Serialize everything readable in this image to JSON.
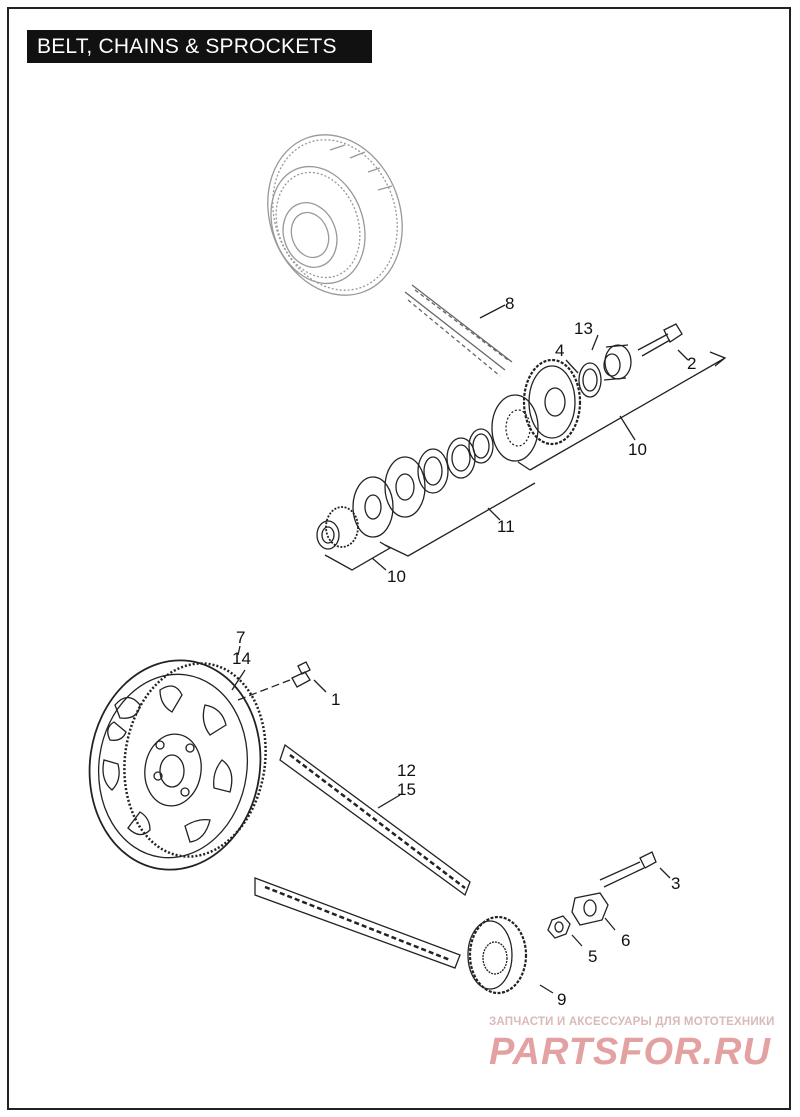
{
  "title": "BELT, CHAINS & SPROCKETS",
  "callouts": {
    "c1": "1",
    "c2": "2",
    "c3": "3",
    "c4": "4",
    "c5": "5",
    "c6": "6",
    "c7": "7",
    "c8": "8",
    "c9": "9",
    "c10a": "10",
    "c10b": "10",
    "c11": "11",
    "c12": "12",
    "c13": "13",
    "c14": "14",
    "c15": "15"
  },
  "watermark": {
    "tagline": "ЗАПЧАСТИ И АКСЕССУАРЫ ДЛЯ МОТОТЕХНИКИ",
    "logo": "PARTSFOR.RU"
  },
  "colors": {
    "line": "#222222",
    "watermark": "#e3a1a1"
  }
}
